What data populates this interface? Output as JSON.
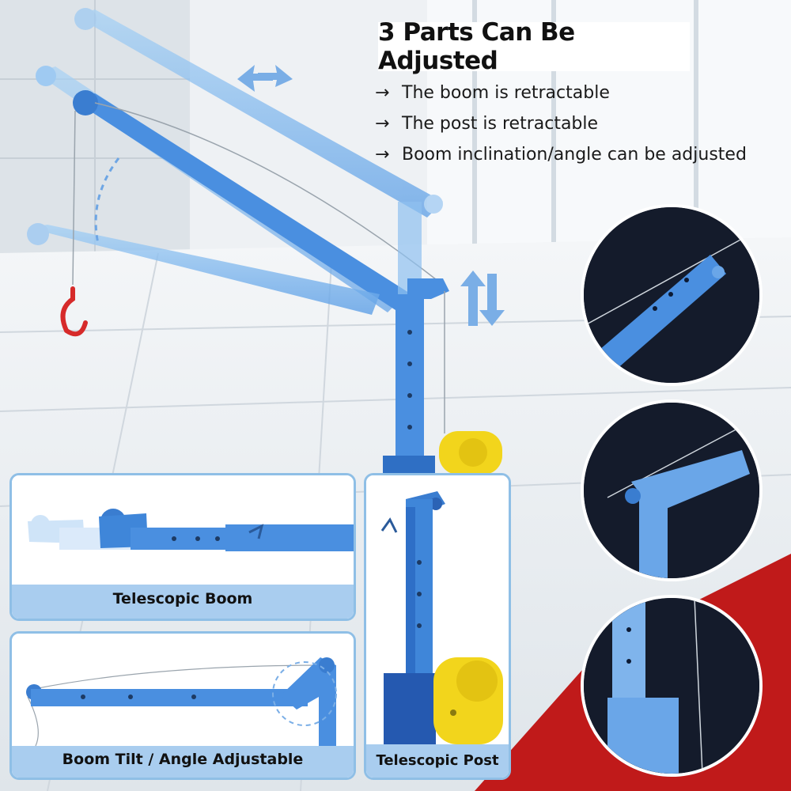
{
  "header": {
    "title": "3 Parts Can Be Adjusted"
  },
  "features": [
    {
      "arrow": "→",
      "text": "The boom is retractable"
    },
    {
      "arrow": "→",
      "text": "The post is retractable"
    },
    {
      "arrow": "→",
      "text": "Boom inclination/angle can be adjusted"
    }
  ],
  "panels": {
    "telescopic_boom": {
      "caption": "Telescopic Boom"
    },
    "boom_tilt": {
      "caption": "Boom Tilt / Angle Adjustable"
    },
    "telescopic_post": {
      "caption": "Telescopic Post"
    }
  },
  "colors": {
    "crane_blue": "#4a8fe0",
    "crane_light_blue": "#8ec0ef",
    "winch_yellow": "#f2d51c",
    "hook_red": "#d62a2a",
    "carpet_red": "#c01a1a",
    "panel_border": "#8fbfe6",
    "arrow_blue": "#7aaee6"
  },
  "icons": {
    "boom_arrow": "double-arrow-horizontal-icon",
    "post_arrow": "double-arrow-vertical-icon"
  }
}
